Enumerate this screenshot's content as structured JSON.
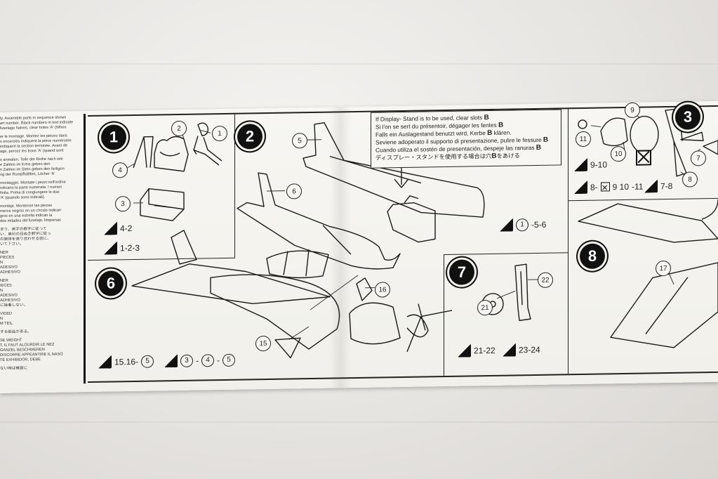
{
  "left_column_text": [
    "ly. Assemble parts in sequence shown",
    "art number. Black numbers in text indicate",
    "fuselage halves, clear holes 'A' (When",
    "",
    "er le montage. Montez les pièces dans",
    "s encerclés indiquent la pièce numérotée",
    "indiquent la section terminée. Avant de",
    "age, percez les trous 'A' (quand sont",
    "",
    "s anmalen. Teile der Reihe nach wie",
    "e Zahlen im Kreis geben den",
    "n Zahlen im Stein geben den fertigen",
    "ng der Rumpfhälften, Löcher 'A'",
    "",
    "montaggio. Montate i pezzi nell'ordine",
    "ndicano la parte numerata. I numeri",
    "finita. Prima di congiungere le due",
    "'A' (quando sono indicati).",
    "",
    "montaje. Montense las piezas",
    "meros negros en un círculo indican",
    "gros en una estrella indican la",
    "dos mitades del fuselaje, limpienas",
    "",
    "まり、黒字の数字に従って",
    "い、黒印の白ぬき数字に従っ",
    "の胴体を張り合わせる前に、",
    "いて下さい。",
    "",
    "NER",
    "PIECES",
    "N",
    "ADESIVO",
    "ADHESIVO",
    "",
    "NER",
    "IECES",
    "N",
    "ADESIVO",
    "ADHESIVO",
    "に接着しない。",
    "",
    "VIDED",
    "N",
    "M TEIL",
    "",
    "する部品がある。",
    "",
    "SE WEIGHT",
    "T, IL FAUT ALOURDIR LE NEZ",
    "GANZEL BESCHWEREN",
    "DISCORRE APPEANTIRE IL NASO",
    "TE EXHIBIDOR, DEBE",
    "",
    "ない時は機首に"
  ],
  "display_note": {
    "line1_prefix": "If Display- Stand is to be used, clear slots ",
    "line2_prefix": "Si l'on se sert du présentoir, dégager les fentes ",
    "line3_prefix": "Falls ein Auslagestand benutzt wird, Kerbe ",
    "line3_suffix": " klären.",
    "line4_prefix": "Seviene adoperato il supporto di presentazione, pulire le fessure ",
    "line5_prefix": "Cuando utiliza el sostén de presentación, despeje las ranuras ",
    "line6_prefix": "ディスプレー・スタンドを使用する場合は穴",
    "line6_suffix": "をあける",
    "slot_letter": "B"
  },
  "steps": {
    "s1": "1",
    "s2": "2",
    "s3": "3",
    "s6": "6",
    "s7": "7",
    "s8": "8"
  },
  "callouts": {
    "c1": "1",
    "c2": "2",
    "c3": "3",
    "c4": "4",
    "c5": "5",
    "c6": "6",
    "c7": "7",
    "c8": "8",
    "c9": "9",
    "c10": "10",
    "c11": "11",
    "c15": "15",
    "c16": "16",
    "c17": "17",
    "c21": "21",
    "c22": "22"
  },
  "glue": {
    "g1a": "4-2",
    "g1b": "1-2-3",
    "g2_circ": "1",
    "g2_rest": "-5-6",
    "g6a_text": "15.16-",
    "g6a_circ": "5",
    "g6b_c1": "3",
    "g6b_sep1": "-",
    "g6b_c2": "4",
    "g6b_sep2": "-",
    "g6b_c3": "5",
    "g7a": "21-22",
    "g7b": "23-24",
    "g3a": "9-10",
    "g3b_pre": "8-",
    "g3b_mid": "9 10",
    "g3b_post": "-11",
    "g3c": "7-8"
  }
}
